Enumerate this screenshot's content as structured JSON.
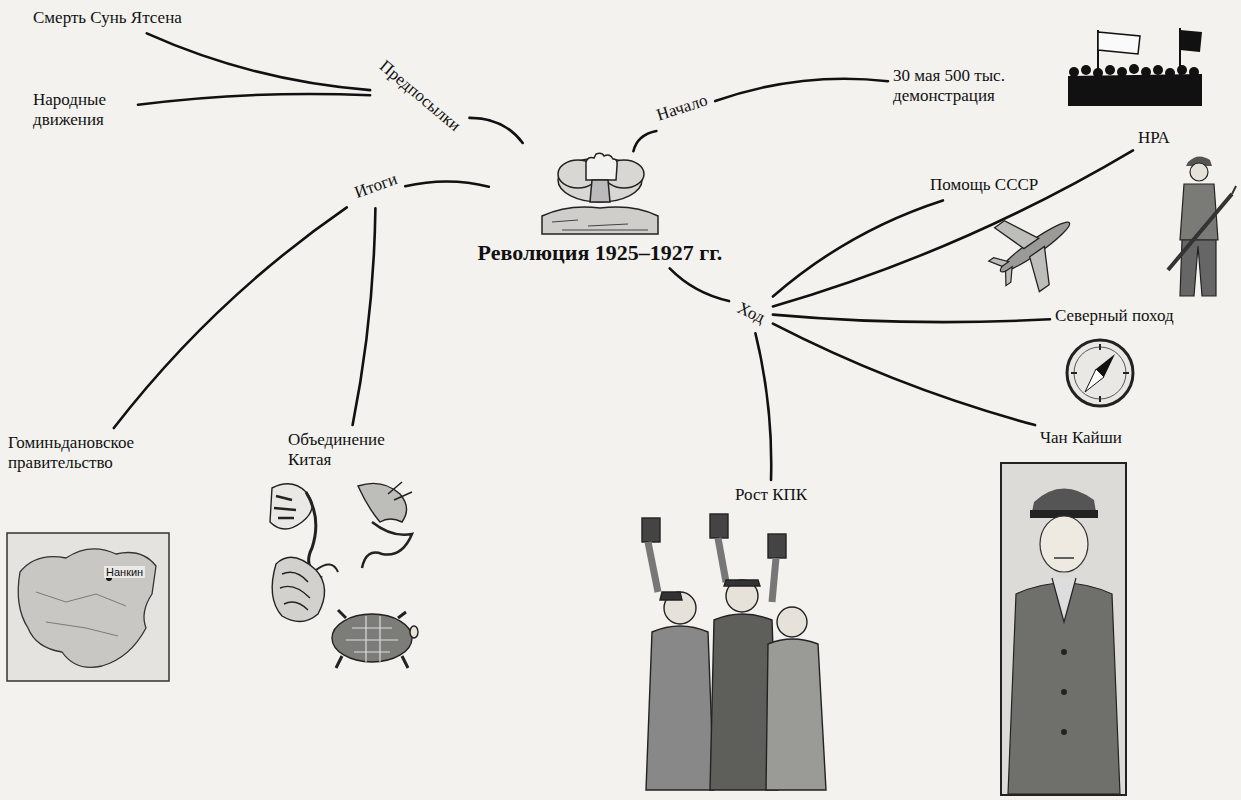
{
  "diagram": {
    "nodes": [
      {
        "text": [
          "Смерть Сунь Ятсена"
        ]
      },
      {
        "text": [
          "Народные движения"
        ]
      },
      {
        "text": [
          "Предпосылки"
        ]
      },
      {
        "text": [
          "Начало"
        ]
      },
      {
        "text": [
          "30 мая 500 тыс. демонстрация"
        ]
      },
      {
        "text": [
          "НРА"
        ]
      },
      {
        "text": [
          "Помощь СССР"
        ]
      },
      {
        "text": [
          "Революция 1925–1927 гг."
        ]
      },
      {
        "text": [
          "Итоги"
        ]
      },
      {
        "text": [
          "Ход"
        ]
      },
      {
        "text": [
          "Северный поход"
        ]
      },
      {
        "text": [
          "Гоминьдановское правительство"
        ]
      },
      {
        "text": [
          "Объединение Китая"
        ]
      },
      {
        "text": [
          "Чан Кайши"
        ]
      },
      {
        "text": [
          "Рост КПК"
        ]
      }
    ],
    "edges": [
      {
        "from": 7,
        "to": 2,
        "arrow": "none"
      },
      {
        "from": 2,
        "to": 0,
        "arrow": "none"
      },
      {
        "from": 2,
        "to": 1,
        "arrow": "none"
      },
      {
        "from": 7,
        "to": 3,
        "arrow": "none"
      },
      {
        "from": 3,
        "to": 4,
        "arrow": "none"
      },
      {
        "from": 7,
        "to": 9,
        "arrow": "none"
      },
      {
        "from": 9,
        "to": 6,
        "arrow": "none"
      },
      {
        "from": 9,
        "to": 5,
        "arrow": "none"
      },
      {
        "from": 9,
        "to": 10,
        "arrow": "none"
      },
      {
        "from": 9,
        "to": 13,
        "arrow": "none"
      },
      {
        "from": 9,
        "to": 14,
        "arrow": "none"
      },
      {
        "from": 7,
        "to": 8,
        "arrow": "none"
      },
      {
        "from": 8,
        "to": 11,
        "arrow": "none"
      },
      {
        "from": 8,
        "to": 12,
        "arrow": "none"
      }
    ],
    "labels": [
      "Нанкин"
    ]
  }
}
